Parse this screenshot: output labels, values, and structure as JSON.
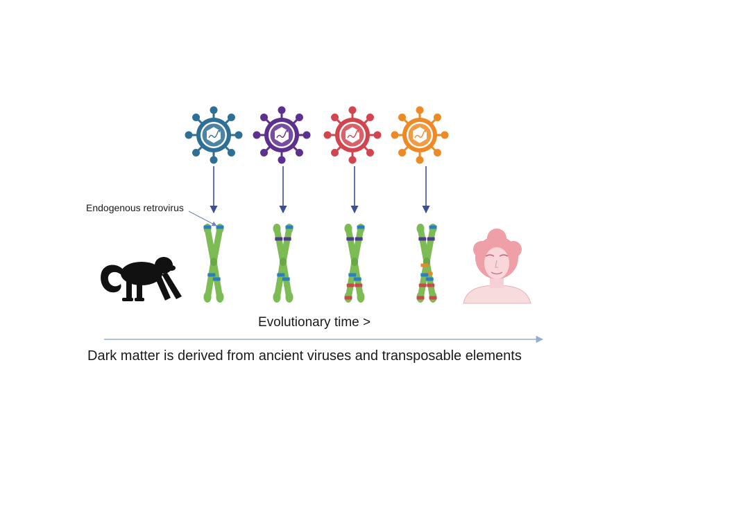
{
  "labels": {
    "endogenous_retrovirus": "Endogenous retrovirus",
    "evolutionary_time": "Evolutionary time >",
    "caption": "Dark matter is derived from ancient viruses and transposable elements"
  },
  "colors": {
    "virus_blue": "#2e6f95",
    "virus_purple": "#5d2f8e",
    "virus_red": "#d3454e",
    "virus_orange": "#ee8a25",
    "chromosome_green": "#7dbb54",
    "band_blue": "#2a7fc4",
    "band_purple": "#4b3d8f",
    "band_red": "#c84a4a",
    "band_orange": "#e38a2a",
    "arrow": "#3a4e9a",
    "timeline": "#94aed3",
    "monkey": "#111111",
    "human": "#ee9fa8"
  },
  "icons": [
    "virus-icon",
    "chromosome-icon",
    "monkey-silhouette-icon",
    "human-face-icon"
  ]
}
